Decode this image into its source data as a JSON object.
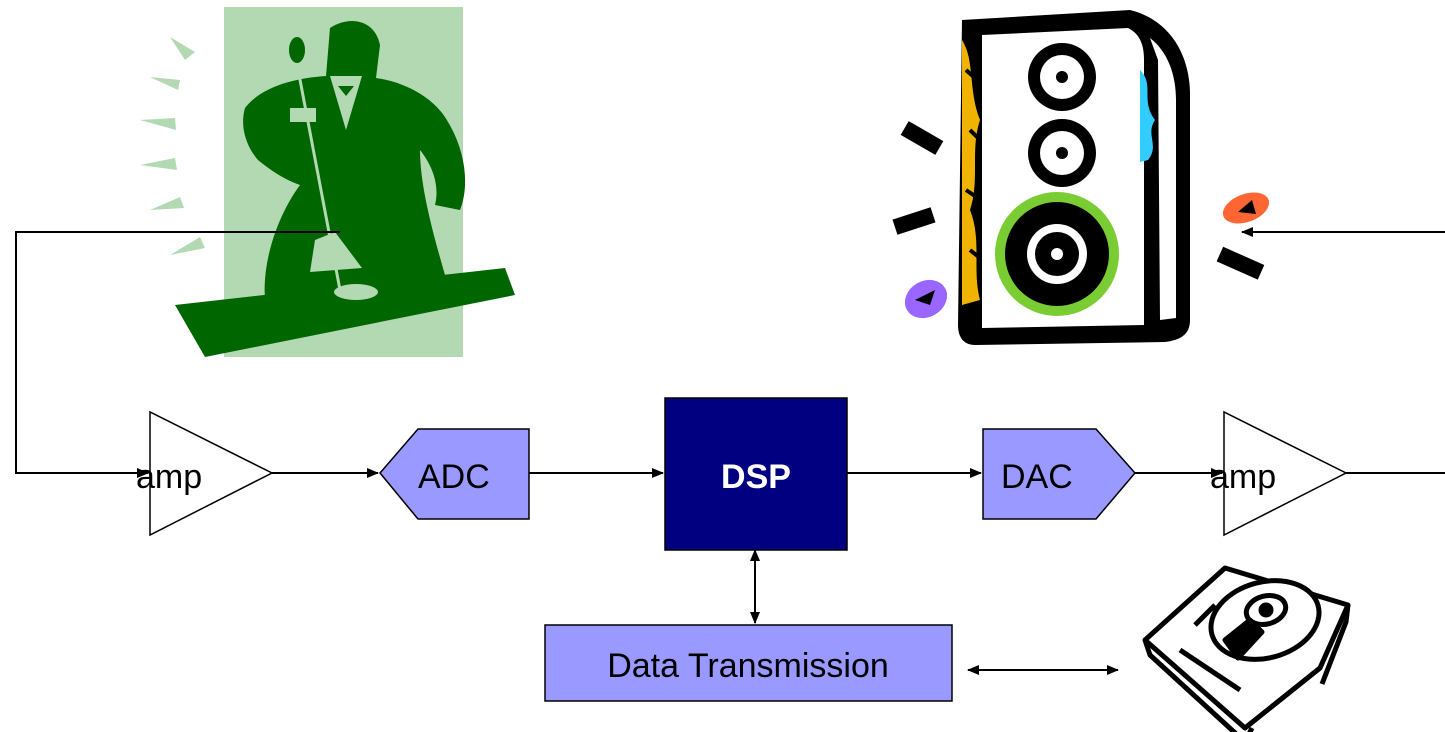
{
  "blocks": {
    "amp_in": "amp",
    "adc": "ADC",
    "dsp": "DSP",
    "dac": "DAC",
    "amp_out": "amp",
    "data_transmission": "Data Transmission"
  },
  "icons": {
    "singer": "singer-clipart-icon",
    "speaker": "speaker-clipart-icon",
    "hard_drive": "hard-drive-clipart-icon"
  },
  "colors": {
    "block_fill": "#9999ff",
    "dsp_fill": "#000080",
    "singer_bg": "#b3d9b3",
    "singer_figure": "#006600",
    "line": "#000000"
  }
}
